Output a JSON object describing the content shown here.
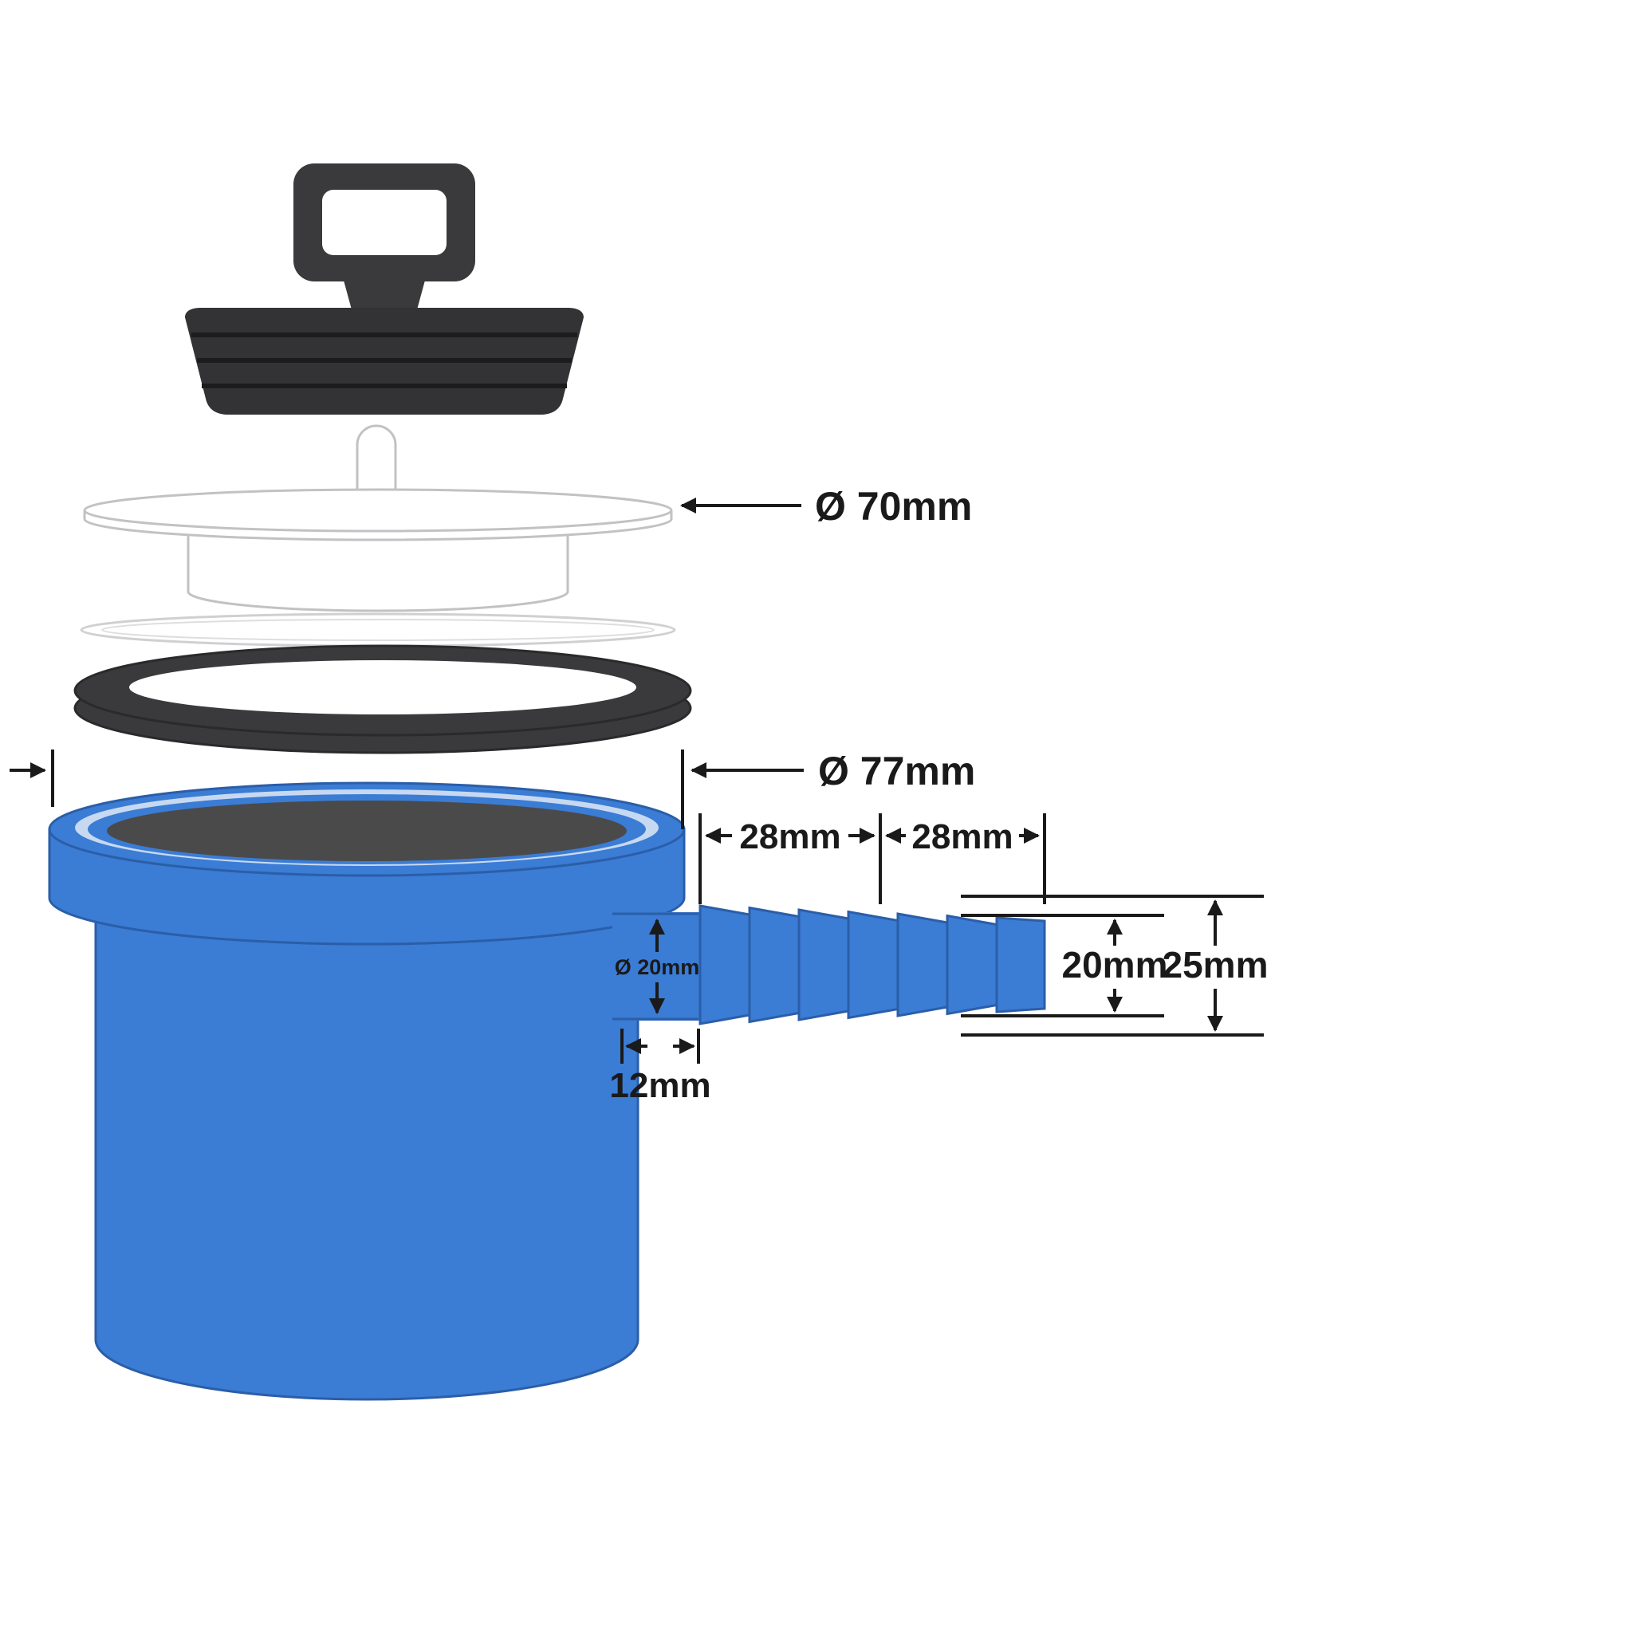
{
  "diagram": {
    "labels": {
      "flange_diameter": "Ø 70mm",
      "body_diameter": "Ø 77mm",
      "barb_segment_1": "28mm",
      "barb_segment_2": "28mm",
      "spout_bore": "Ø 20mm",
      "spout_length": "12mm",
      "barb_end_diameter": "20mm",
      "barb_max_diameter": "25mm"
    },
    "colors": {
      "body_blue": "#3b7cd5",
      "body_blue_edge": "#2b5ea8",
      "dark_rubber": "#3a3a3c",
      "light_part_outline": "#c2c2c4",
      "interior_gray": "#4a4a4a",
      "dimension_line": "#1a1a1a",
      "background": "#ffffff"
    }
  }
}
